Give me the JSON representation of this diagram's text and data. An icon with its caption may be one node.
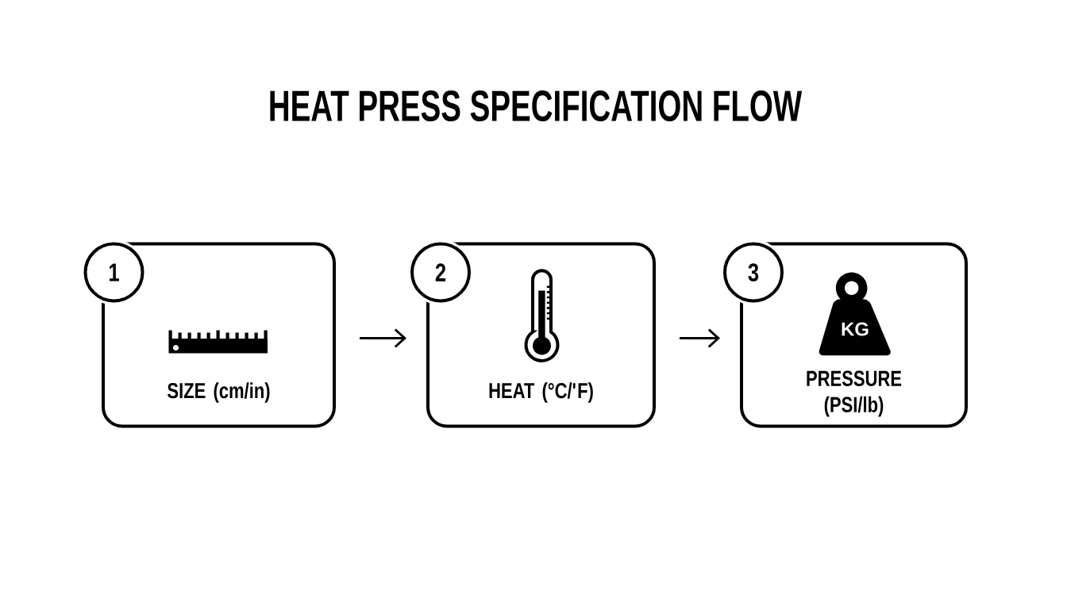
{
  "diagram": {
    "title": "HEAT PRESS SPECIFICATION FLOW",
    "nodes": [
      {
        "text": [
          "1"
        ]
      },
      {
        "text": [
          "SIZE (cm/in)"
        ]
      },
      {
        "text": [
          "2"
        ]
      },
      {
        "text": [
          "HEAT (°C/'F)"
        ]
      },
      {
        "text": [
          "3"
        ]
      },
      {
        "text": [
          "PRESSURE (PSI/lb)"
        ]
      }
    ],
    "edges": [
      {
        "from": 1,
        "to": 3,
        "arrow": "to"
      },
      {
        "from": 3,
        "to": 5,
        "arrow": "to"
      }
    ],
    "labels": [
      "KG"
    ]
  }
}
